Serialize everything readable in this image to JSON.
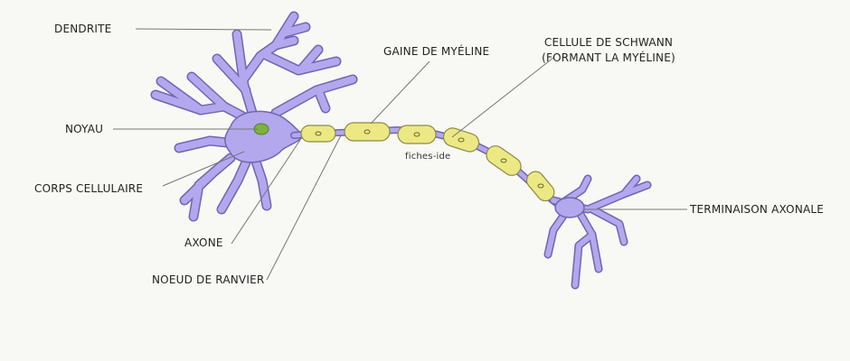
{
  "labels": {
    "dendrite": "DENDRITE",
    "noyau": "NOYAU",
    "corps_cellulaire": "CORPS CELLULAIRE",
    "axone": "AXONE",
    "noeud_ranvier": "NOEUD DE RANVIER",
    "gaine_myeline": "GAINE DE MYÉLINE",
    "cellule_schwann_1": "CELLULE DE SCHWANN",
    "cellule_schwann_2": "(FORMANT LA MYÉLINE)",
    "terminaison_axonale": "TERMINAISON AXONALE"
  },
  "watermark": "fiches-ide",
  "colors": {
    "background": "#f8f8f4",
    "neuron": "#b3a8ee",
    "neuron_outline": "#6f66b3",
    "myelin": "#ece985",
    "myelin_outline": "#8c8a45",
    "nucleus": "#7db33b",
    "leader_line": "#777777"
  }
}
